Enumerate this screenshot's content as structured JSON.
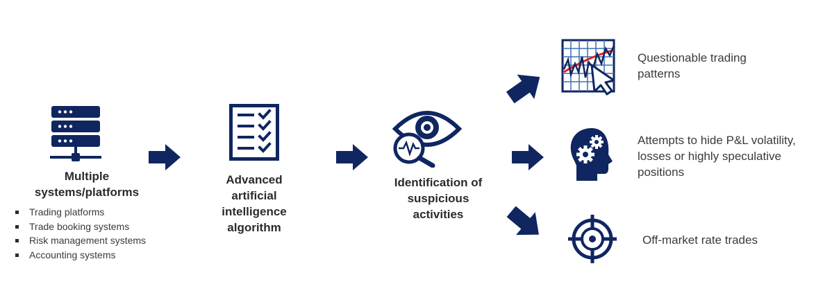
{
  "colors": {
    "navy": "#0f2660",
    "red": "#e02020",
    "grid_blue": "#3b6fb6",
    "text": "#3a3a3a"
  },
  "stage1": {
    "icon": "server-icon",
    "title_line1": "Multiple",
    "title_line2": "systems/platforms",
    "items": [
      "Trading platforms",
      "Trade booking systems",
      "Risk management systems",
      "Accounting systems"
    ]
  },
  "stage2": {
    "icon": "checklist-icon",
    "lines": [
      "Advanced",
      "artificial",
      "intelligence",
      "algorithm"
    ]
  },
  "stage3": {
    "icon": "eye-magnifier-icon",
    "lines": [
      "Identification of",
      "suspicious",
      "activities"
    ]
  },
  "outcomes": [
    {
      "icon": "trading-chart-icon",
      "lines": [
        "Questionable trading",
        "patterns"
      ]
    },
    {
      "icon": "head-gears-icon",
      "lines": [
        "Attempts to hide P&L volatility,",
        "losses or highly speculative",
        "positions"
      ]
    },
    {
      "icon": "target-icon",
      "lines": [
        "Off-market rate trades"
      ]
    }
  ]
}
